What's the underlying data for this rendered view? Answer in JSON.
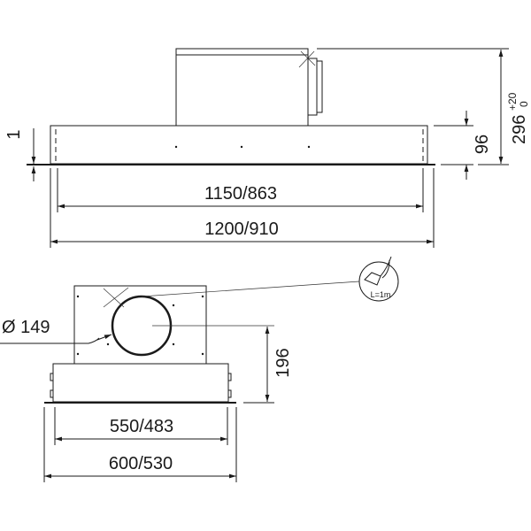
{
  "top_view": {
    "dim_total_height": "296",
    "dim_total_height_tol_upper": "+20",
    "dim_total_height_tol_lower": "0",
    "dim_body_height": "96",
    "dim_flange": "1",
    "dim_inner_width": "1150/863",
    "dim_outer_width": "1200/910"
  },
  "side_view": {
    "dim_duct_diameter": "Ø 149",
    "dim_duct_center_height": "196",
    "dim_inner_depth": "550/483",
    "dim_outer_depth": "600/530",
    "cable_length": "L=1m",
    "plug_icon": "power-plug-icon"
  },
  "colors": {
    "line": "#1a1a1a",
    "background": "#ffffff"
  }
}
